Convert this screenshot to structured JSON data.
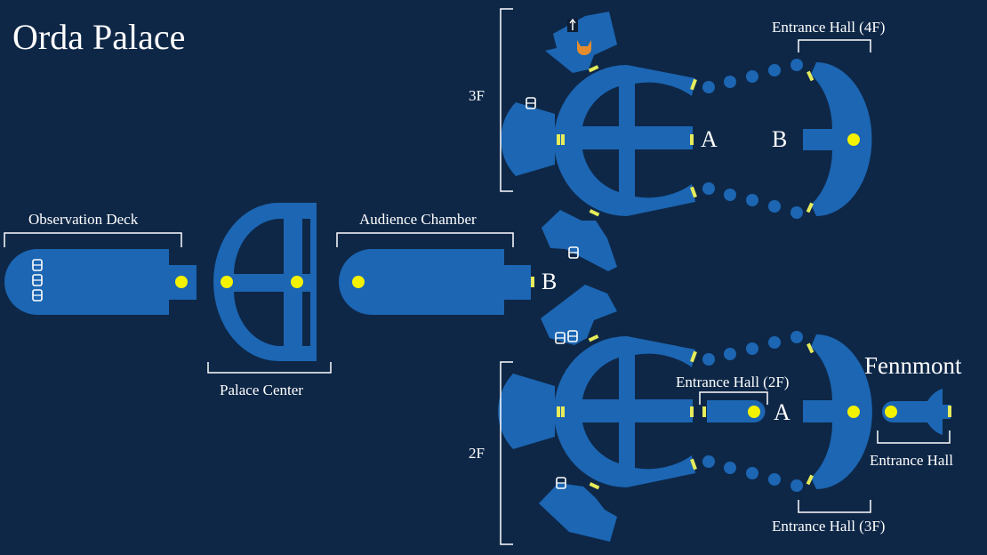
{
  "map": {
    "title": "Orda Palace",
    "colors": {
      "background": "#0e2747",
      "room": "#1c66b3",
      "warp": "#f3f200",
      "door": "#e6ec5a",
      "label": "#ffffff"
    },
    "labels": {
      "observation_deck": "Observation Deck",
      "palace_center": "Palace Center",
      "audience_chamber": "Audience Chamber",
      "floor_3f": "3F",
      "floor_2f": "2F",
      "entrance_hall_4f": "Entrance Hall (4F)",
      "entrance_hall_2f": "Entrance Hall (2F)",
      "entrance_hall_3f": "Entrance Hall (3F)",
      "entrance_hall": "Entrance Hall",
      "fennmont": "Fennmont",
      "marker_a_upper": "A",
      "marker_b_upper": "B",
      "marker_b_middle": "B",
      "marker_a_lower": "A"
    },
    "icons": [
      "fox-enemy-icon",
      "ladder-icon",
      "chest-icon"
    ]
  }
}
